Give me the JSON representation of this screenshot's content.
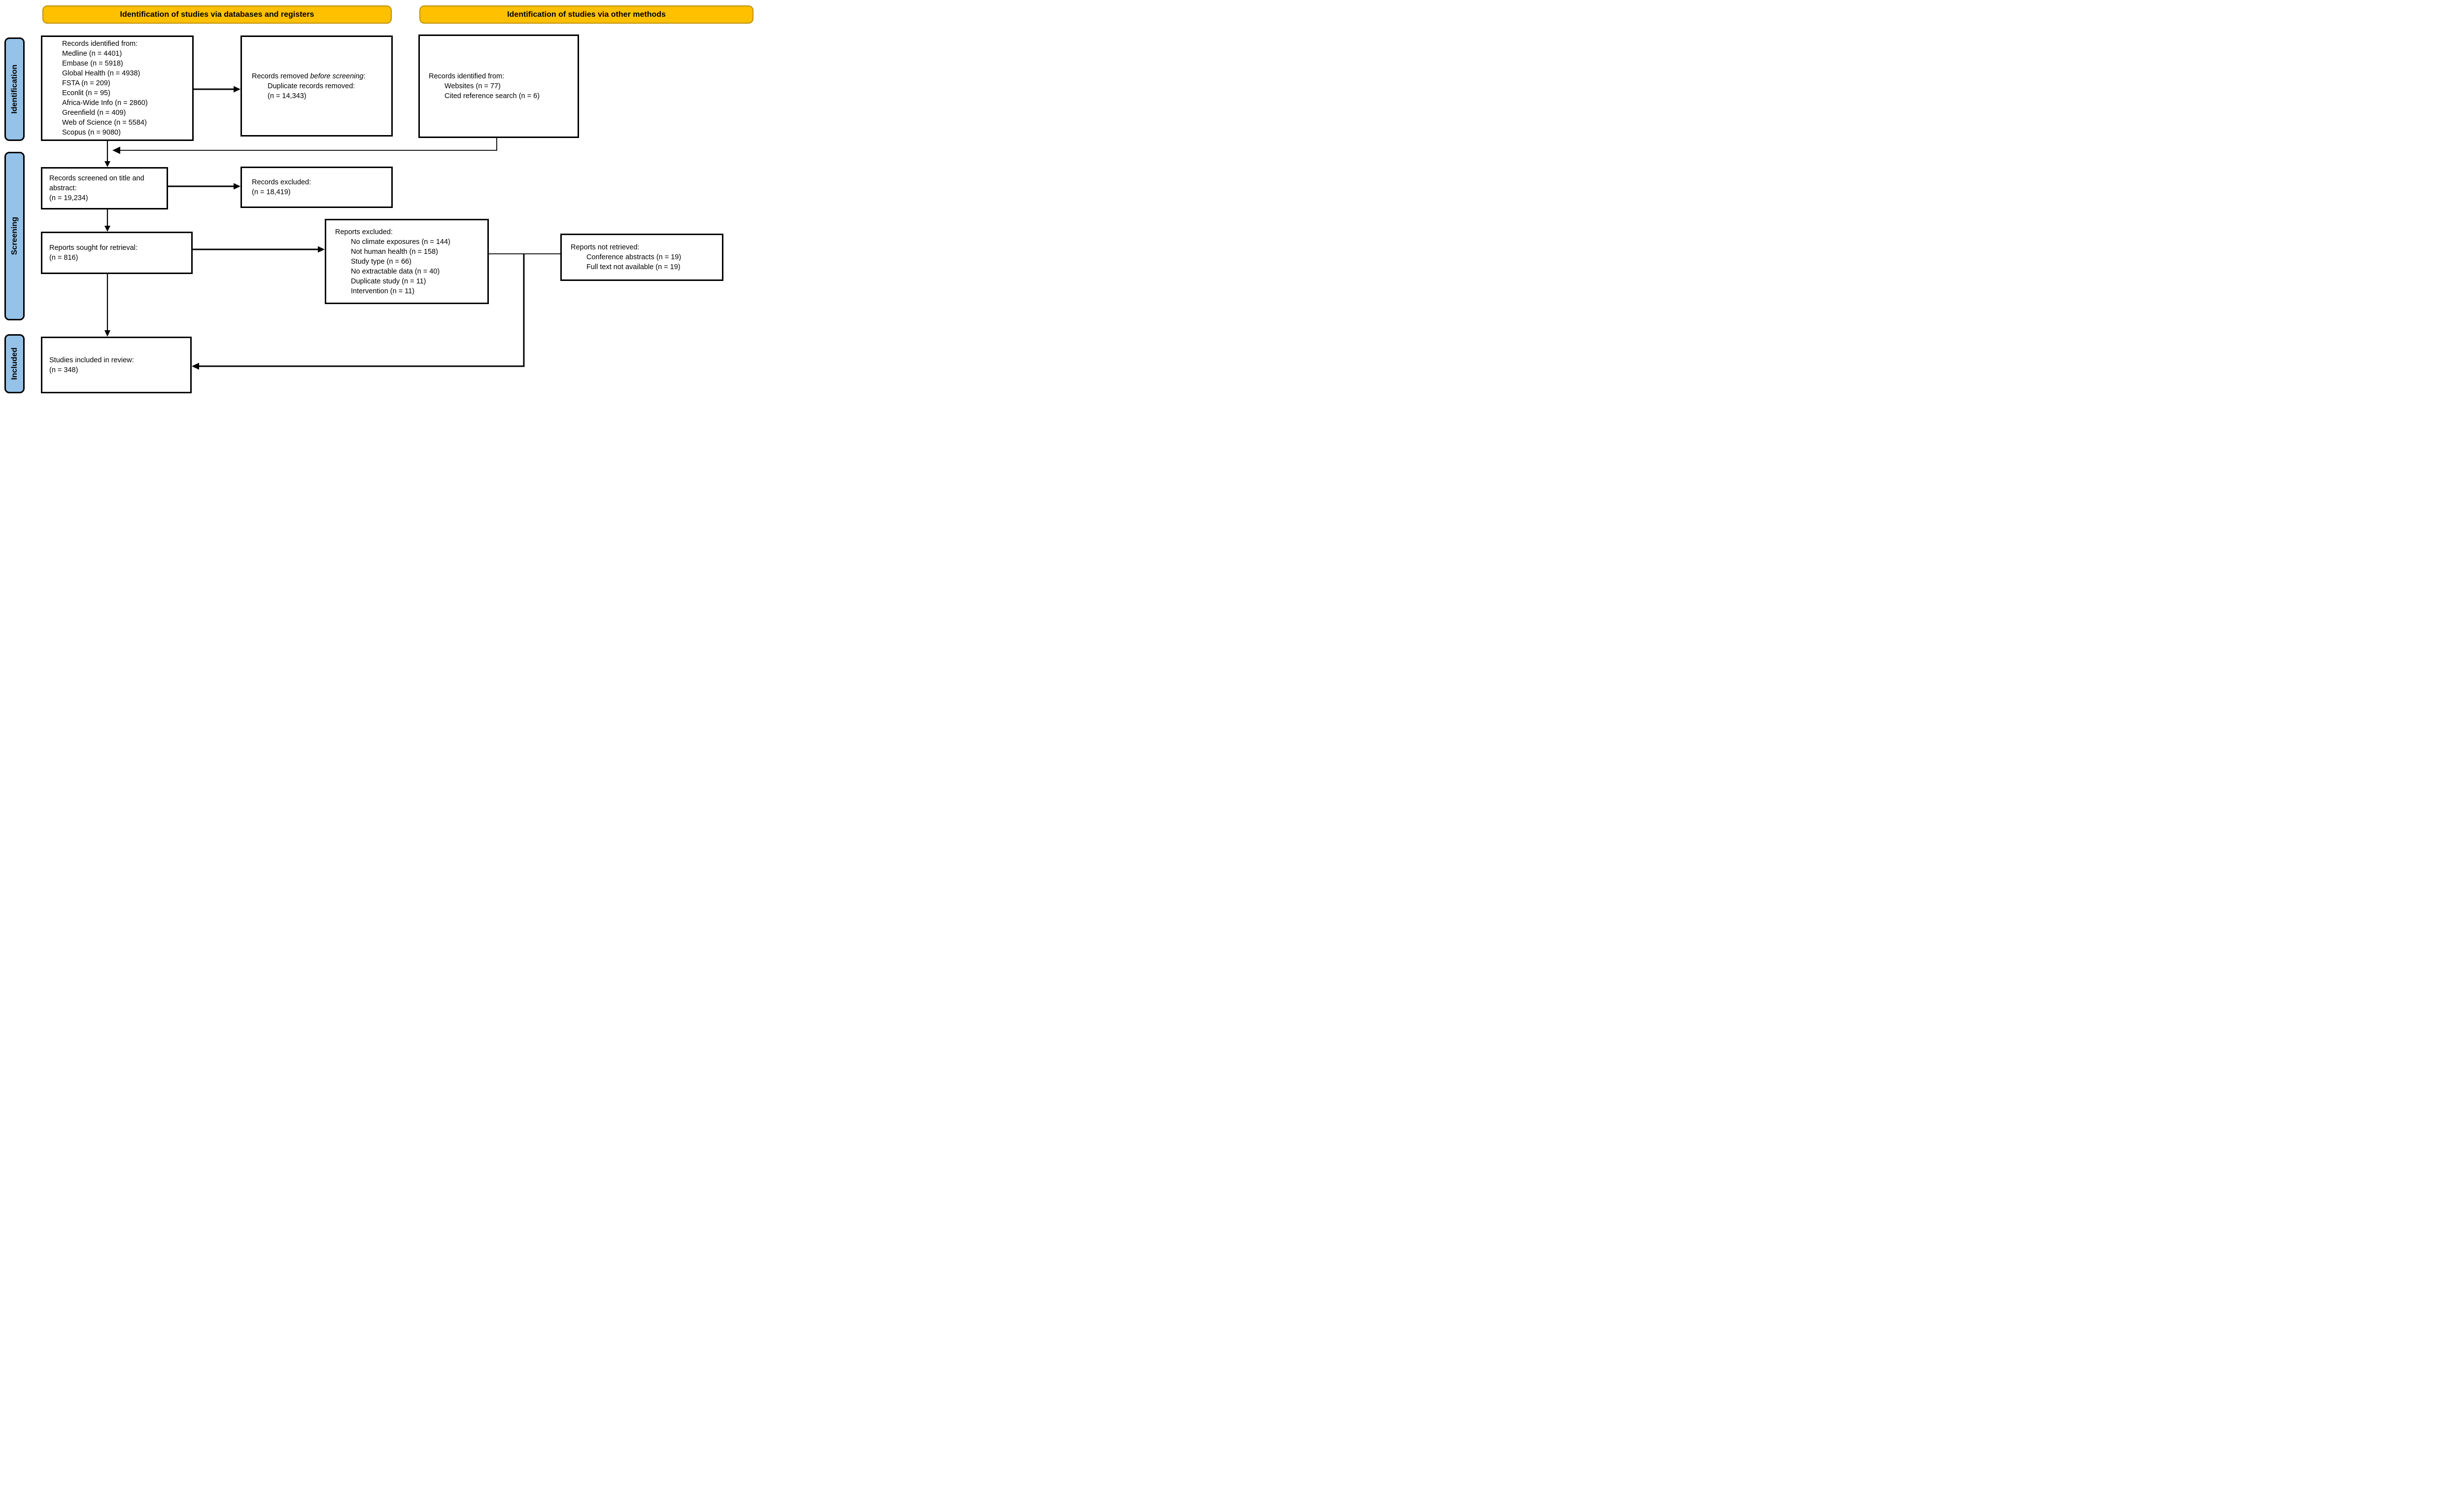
{
  "banners": {
    "left": "Identification of studies via databases and registers",
    "right": "Identification of studies via other methods"
  },
  "stages": {
    "identification": "Identification",
    "screening": "Screening",
    "included": "Included"
  },
  "colors": {
    "banner_bg": "#FFC000",
    "banner_border": "#BF9000",
    "stage_bg": "#94C2E8",
    "box_border": "#000000",
    "background": "#FFFFFF"
  },
  "boxes": {
    "identified_db": {
      "lines": [
        "Records identified from:",
        "Medline (n = 4401)",
        "Embase (n = 5918)",
        "Global Health (n = 4938)",
        "FSTA (n = 209)",
        "Econlit (n = 95)",
        "Africa-Wide Info (n = 2860)",
        "Greenfield (n = 409)",
        "Web of Science (n = 5584)",
        "Scopus (n = 9080)"
      ]
    },
    "records_removed": {
      "line_normal": "Records removed ",
      "line_italic": "before screening",
      "line_colon": ":",
      "items": [
        "Duplicate records removed:",
        "(n = 14,343)"
      ]
    },
    "identified_other": {
      "title": "Records identified from:",
      "items": [
        "Websites (n = 77)",
        "Cited reference search (n = 6)"
      ]
    },
    "records_screened": {
      "lines": [
        "Records screened on title and",
        "abstract:",
        "(n = 19,234)"
      ]
    },
    "records_excluded": {
      "lines": [
        "Records excluded:",
        "(n = 18,419)"
      ]
    },
    "reports_sought": {
      "lines": [
        "Reports sought for retrieval:",
        "(n = 816)"
      ]
    },
    "reports_excluded": {
      "title": "Reports excluded:",
      "items": [
        "No climate exposures (n = 144)",
        "Not human health (n = 158)",
        "Study type (n = 66)",
        "No extractable data (n = 40)",
        "Duplicate study (n = 11)",
        "Intervention (n = 11)"
      ]
    },
    "reports_not_retrieved": {
      "title": "Reports not retrieved:",
      "items": [
        "Conference abstracts (n = 19)",
        "Full text not available (n = 19)"
      ]
    },
    "studies_included": {
      "lines": [
        "Studies included in review:",
        "(n = 348)"
      ]
    }
  }
}
